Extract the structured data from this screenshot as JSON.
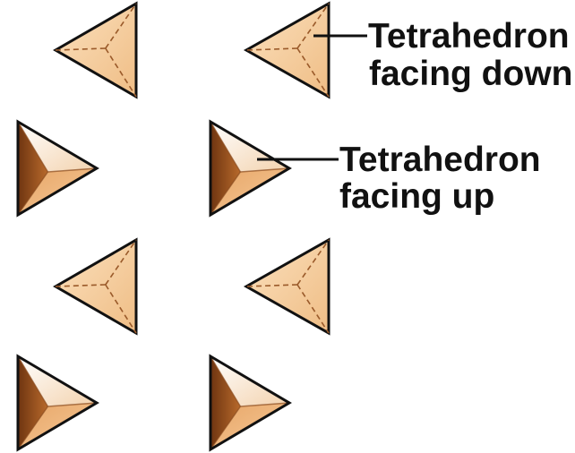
{
  "labels": {
    "down": {
      "line1": "Tetrahedron",
      "line2": "facing down"
    },
    "up": {
      "line1": "Tetrahedron",
      "line2": "facing up"
    }
  },
  "colors": {
    "outline": "#111111",
    "down_face_light": "#f8d4a8",
    "down_face_base": "#f2c48f",
    "hidden_edge": "#9a5a2a",
    "up_face_bright": "#fffaf4",
    "up_face_light": "#f6c896",
    "up_face_mid": "#d98c48",
    "up_face_dark": "#7a3e14",
    "leader_line": "#111111"
  },
  "tetrahedra": [
    {
      "orientation": "down",
      "row": 1,
      "col": 1
    },
    {
      "orientation": "down",
      "row": 1,
      "col": 2
    },
    {
      "orientation": "up",
      "row": 2,
      "col": 1
    },
    {
      "orientation": "up",
      "row": 2,
      "col": 2
    },
    {
      "orientation": "down",
      "row": 3,
      "col": 1
    },
    {
      "orientation": "down",
      "row": 3,
      "col": 2
    },
    {
      "orientation": "up",
      "row": 4,
      "col": 1
    },
    {
      "orientation": "up",
      "row": 4,
      "col": 2
    }
  ]
}
